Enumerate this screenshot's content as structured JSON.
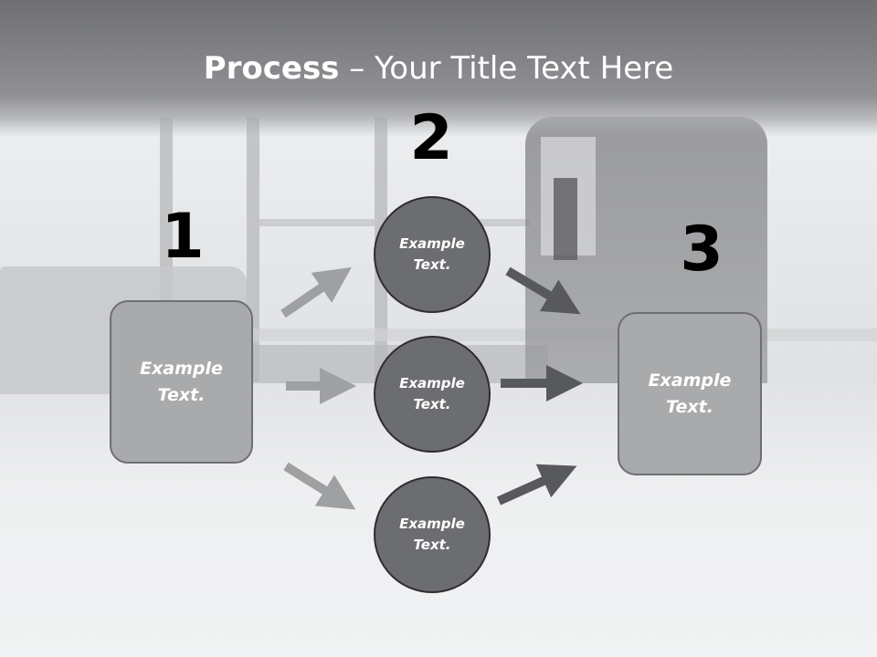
{
  "title": {
    "bold": "Process",
    "rest": " – Your Title Text Here"
  },
  "steps": {
    "one": {
      "number": "1",
      "line1": "Example",
      "line2": "Text."
    },
    "two_top": {
      "number": "2",
      "line1": "Example",
      "line2": "Text."
    },
    "two_mid": {
      "line1": "Example",
      "line2": "Text."
    },
    "two_bottom": {
      "line1": "Example",
      "line2": "Text."
    },
    "three": {
      "number": "3",
      "line1": "Example",
      "line2": "Text."
    }
  },
  "colors": {
    "box_fill": "#a9aaac",
    "circle_fill": "#6c6d70",
    "arrow_light": "#9fa0a2",
    "arrow_dark": "#58595c"
  }
}
